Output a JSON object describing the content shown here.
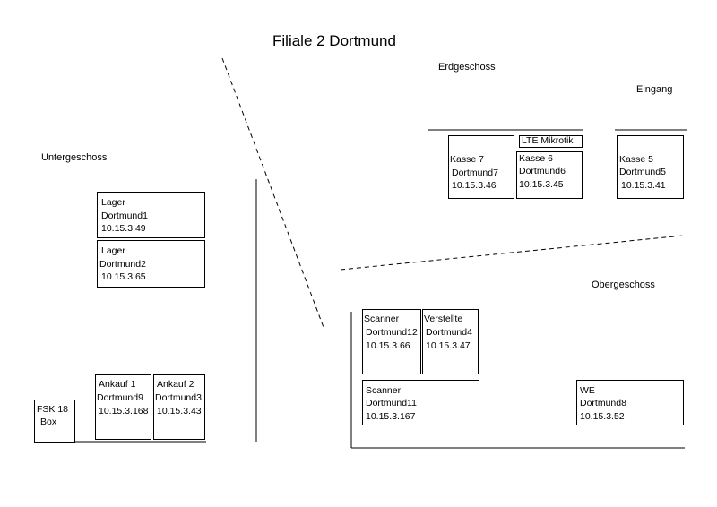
{
  "title": "Filiale 2 Dortmund",
  "floors": {
    "erdgeschoss": "Erdgeschoss",
    "eingang": "Eingang",
    "untergeschoss": "Untergeschoss",
    "obergeschoss": "Obergeschoss"
  },
  "devices": {
    "kasse7": {
      "name": "Kasse 7",
      "host": "Dortmund7",
      "ip": "10.15.3.46"
    },
    "lte": {
      "name": "LTE  Mikrotik"
    },
    "kasse6": {
      "name": "Kasse 6",
      "host": "Dortmund6",
      "ip": "10.15.3.45"
    },
    "kasse5": {
      "name": "Kasse 5",
      "host": "Dortmund5",
      "ip": "10.15.3.41"
    },
    "lager1": {
      "name": "Lager",
      "host": "Dortmund1",
      "ip": "10.15.3.49"
    },
    "lager2": {
      "name": "Lager",
      "host": "Dortmund2",
      "ip": "10.15.3.65"
    },
    "ankauf1": {
      "name": "Ankauf 1",
      "host": "Dortmund9",
      "ip": "10.15.3.168"
    },
    "ankauf2": {
      "name": "Ankauf 2",
      "host": "Dortmund3",
      "ip": "10.15.3.43"
    },
    "fsk": {
      "name": "FSK 18",
      "sub": "Box"
    },
    "scanner12": {
      "name": "Scanner",
      "host": "Dortmund12",
      "ip": "10.15.3.66"
    },
    "verstellte": {
      "name": "Verstellte",
      "host": "Dortmund4",
      "ip": "10.15.3.47"
    },
    "scanner11": {
      "name": "Scanner",
      "host": "Dortmund11",
      "ip": "10.15.3.167"
    },
    "we": {
      "name": "WE",
      "host": "Dortmund8",
      "ip": "10.15.3.52"
    }
  }
}
